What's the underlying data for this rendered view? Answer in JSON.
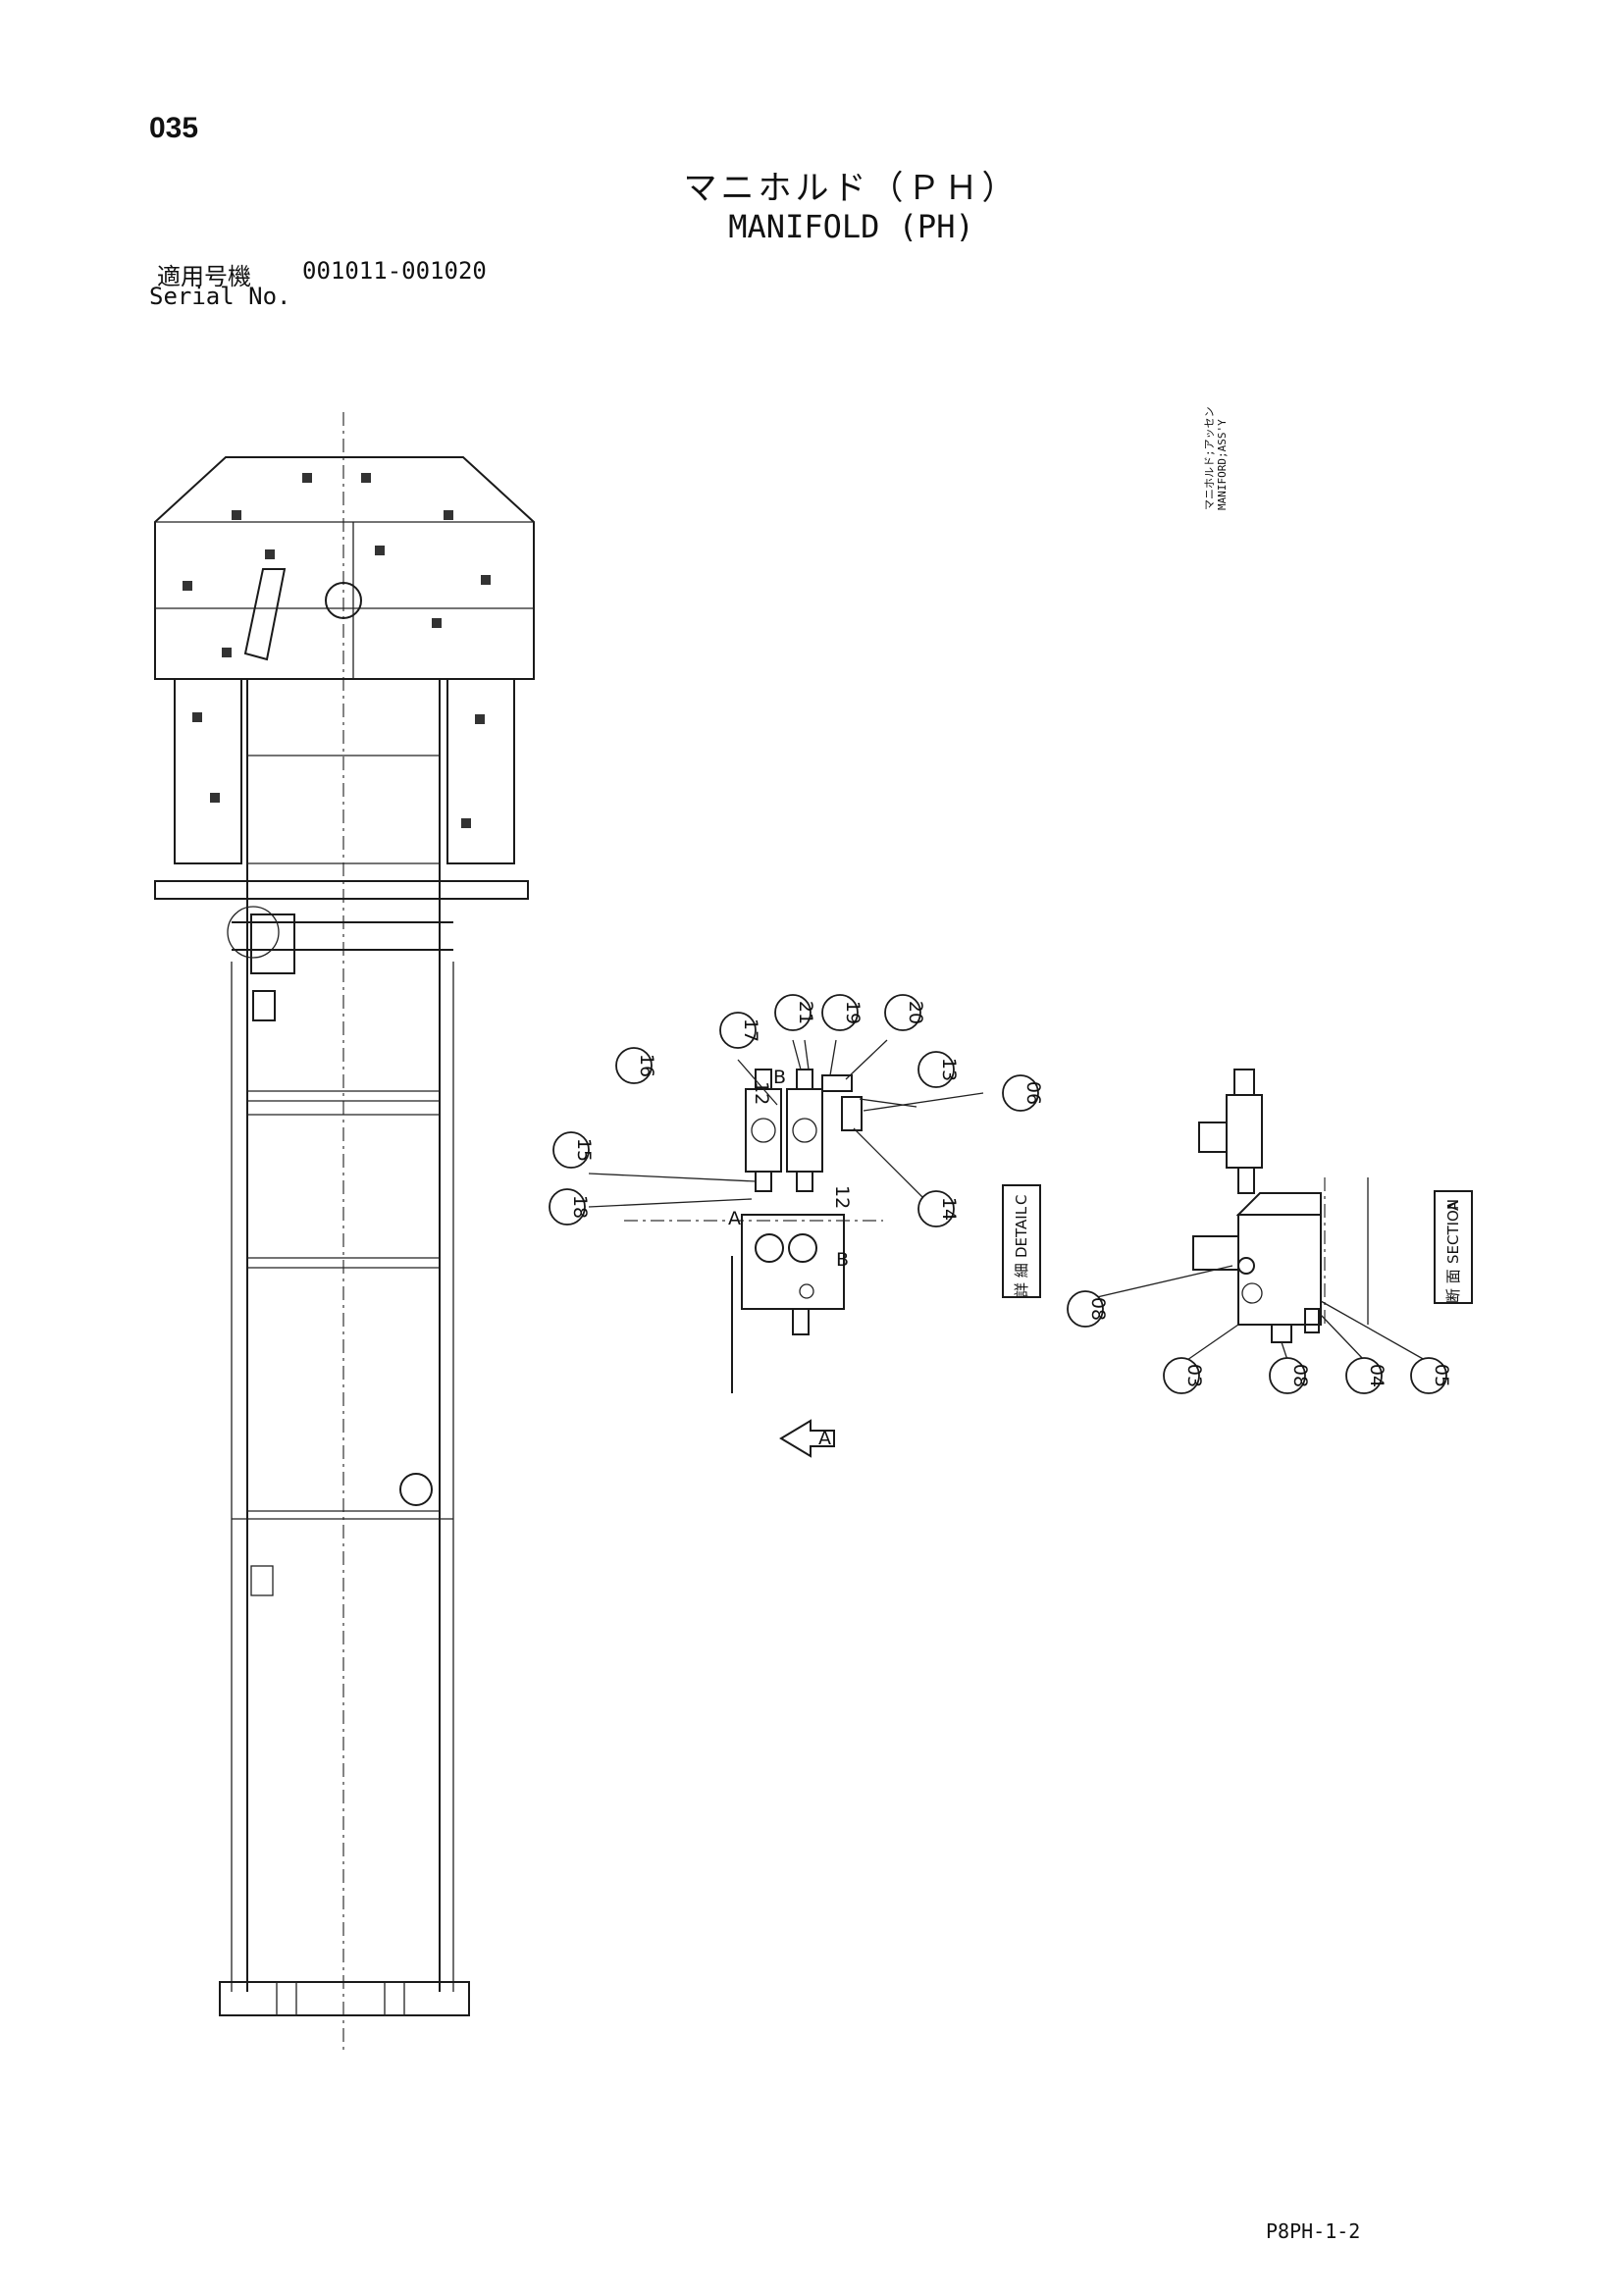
{
  "header": {
    "page_number": "035",
    "title_jp": "マニホルド（ＰＨ）",
    "title_en": "MANIFOLD (PH)",
    "serial_label_jp": "適用号機",
    "serial_label_en": "Serial No.",
    "serial_range": "001011-001020"
  },
  "side_label": {
    "line1": "マニホルド;アッセン",
    "line2": "MANIFORD;ASS'Y"
  },
  "callouts_detail": [
    "17",
    "21",
    "19",
    "20",
    "13",
    "06",
    "16",
    "15",
    "18",
    "14",
    "12",
    "12"
  ],
  "callouts_section": [
    "08",
    "03",
    "08",
    "04",
    "05"
  ],
  "port_labels": [
    "A",
    "B",
    "B",
    "A"
  ],
  "detail_box": {
    "jp": "詳 細",
    "en": "DETAIL",
    "ref": "C"
  },
  "section_box": {
    "jp": "断 面",
    "en": "SECTION",
    "ref": "A"
  },
  "view_arrow_label": "A",
  "footer": {
    "drawing_code": "P8PH-1-2"
  }
}
